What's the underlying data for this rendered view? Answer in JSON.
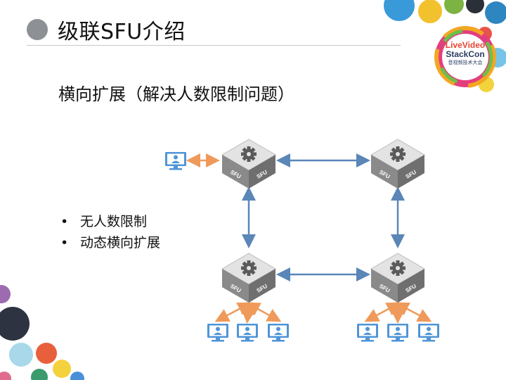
{
  "slide": {
    "title": "级联SFU介绍",
    "subtitle": "横向扩展（解决人数限制问题）",
    "bullets": [
      "无人数限制",
      "动态横向扩展"
    ]
  },
  "logo": {
    "line1": "LiveVideo",
    "line2": "StackCon",
    "line3": "音视频技术大会"
  },
  "diagram": {
    "node_label": "SFU",
    "node_icon": "gear-icon",
    "client_icon": "monitor-user-icon",
    "colors": {
      "link": "#5a86b8",
      "client_link": "#ef9a5a",
      "node_top": "#e3e3e3",
      "node_side": "#8a8a8a",
      "monitor": "#4f95d8"
    }
  }
}
